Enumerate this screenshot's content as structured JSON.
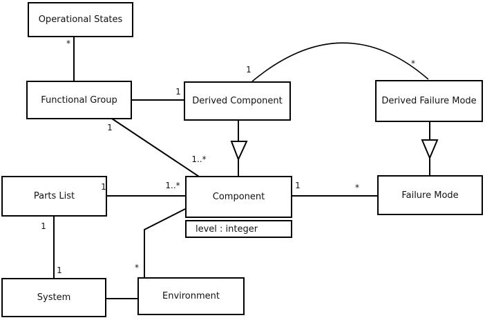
{
  "diagram": {
    "type": "uml-class-diagram",
    "classes": {
      "operational_states": {
        "label": "Operational States"
      },
      "functional_group": {
        "label": "Functional Group"
      },
      "derived_component": {
        "label": "Derived Component"
      },
      "derived_failure_mode": {
        "label": "Derived Failure Mode"
      },
      "parts_list": {
        "label": "Parts List"
      },
      "component": {
        "label": "Component",
        "attribute": "level : integer"
      },
      "failure_mode": {
        "label": "Failure Mode"
      },
      "system": {
        "label": "System"
      },
      "environment": {
        "label": "Environment"
      }
    },
    "multiplicities": {
      "os_fg_star": "*",
      "fg_dc_one": "1",
      "dc_curve_one": "1",
      "dfm_curve_star": "*",
      "fg_comp_one": "1",
      "fg_comp_many": "1..*",
      "pl_comp_one": "1",
      "pl_comp_many": "1..*",
      "comp_fm_one": "1",
      "comp_fm_star": "*",
      "pl_sys_one_top": "1",
      "pl_sys_one_bottom": "1",
      "env_comp_star": "*"
    },
    "relationships": [
      {
        "from": "Operational States",
        "to": "Functional Group",
        "type": "association",
        "from_mult": "*",
        "to_mult": ""
      },
      {
        "from": "Functional Group",
        "to": "Derived Component",
        "type": "association",
        "from_mult": "",
        "to_mult": "1"
      },
      {
        "from": "Derived Component",
        "to": "Derived Failure Mode",
        "type": "association-curved",
        "from_mult": "1",
        "to_mult": "*"
      },
      {
        "from": "Derived Component",
        "to": "Component",
        "type": "generalization"
      },
      {
        "from": "Derived Failure Mode",
        "to": "Failure Mode",
        "type": "generalization"
      },
      {
        "from": "Functional Group",
        "to": "Component",
        "type": "association",
        "from_mult": "1",
        "to_mult": "1..*"
      },
      {
        "from": "Parts List",
        "to": "Component",
        "type": "association",
        "from_mult": "1",
        "to_mult": "1..*"
      },
      {
        "from": "Component",
        "to": "Failure Mode",
        "type": "association",
        "from_mult": "1",
        "to_mult": "*"
      },
      {
        "from": "Parts List",
        "to": "System",
        "type": "association",
        "from_mult": "1",
        "to_mult": "1"
      },
      {
        "from": "System",
        "to": "Environment",
        "type": "association",
        "from_mult": "",
        "to_mult": ""
      },
      {
        "from": "Environment",
        "to": "Component",
        "type": "association",
        "from_mult": "*",
        "to_mult": ""
      }
    ],
    "colors": {
      "line": "#000000",
      "background": "#ffffff",
      "box_fill": "#ffffff",
      "text": "#111111"
    }
  }
}
